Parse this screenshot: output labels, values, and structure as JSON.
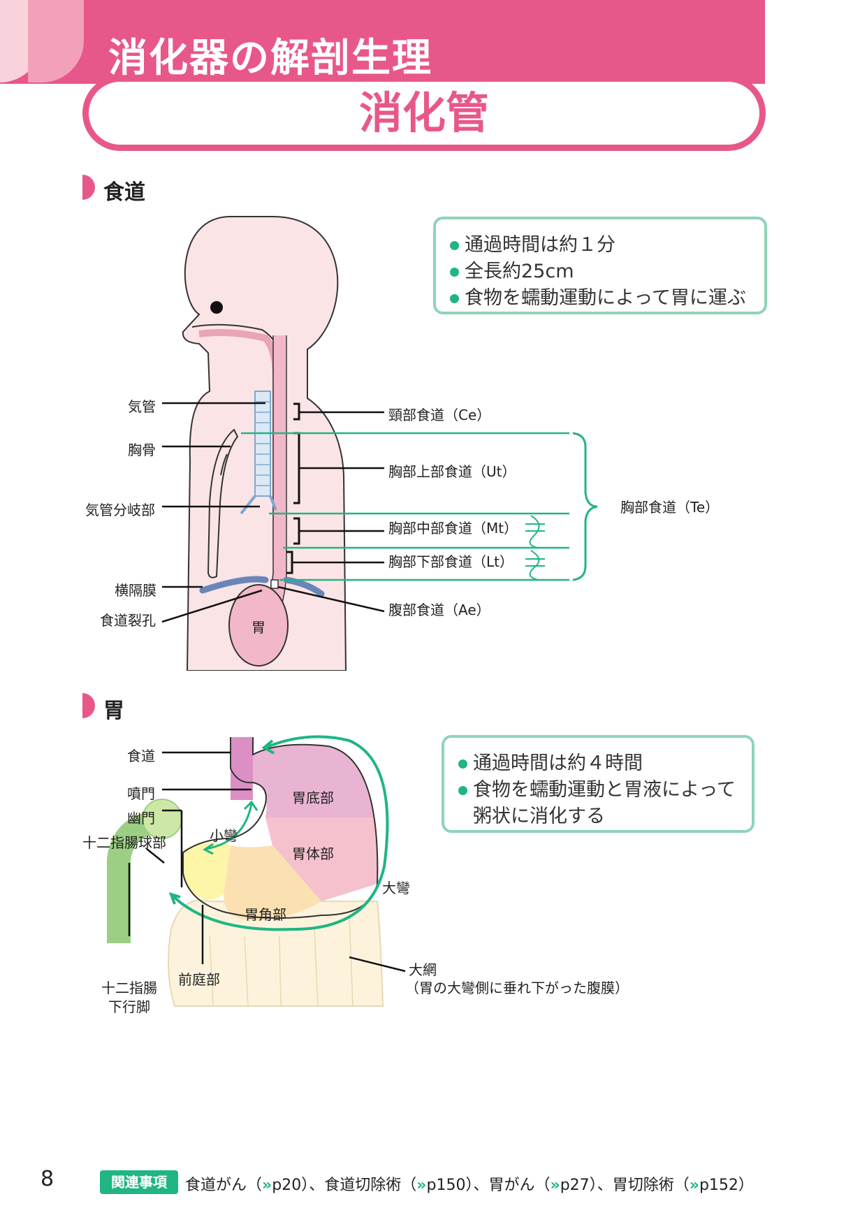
{
  "header": {
    "chapter_title": "消化器の解剖生理",
    "page_subtitle": "消化管"
  },
  "sections": [
    {
      "title": "食道",
      "info_points": [
        "通過時間は約１分",
        "全長約25cm",
        "食物を蠕動運動によって胃に運ぶ"
      ],
      "left_labels": [
        "気管",
        "胸骨",
        "気管分岐部",
        "横隔膜",
        "食道裂孔"
      ],
      "inner_labels": [
        "胃"
      ],
      "right_labels": [
        "頸部食道（Ce）",
        "胸部上部食道（Ut）",
        "胸部中部食道（Mt）",
        "胸部下部食道（Lt）",
        "腹部食道（Ae）"
      ],
      "group_label": "胸部食道（Te）"
    },
    {
      "title": "胃",
      "info_points": [
        "通過時間は約４時間",
        "食物を蠕動運動と胃液によって",
        "粥状に消化する"
      ],
      "left_labels": [
        "食道",
        "噴門",
        "幽門",
        "十二指腸球部"
      ],
      "region_labels": [
        "胃底部",
        "胃体部",
        "胃角部"
      ],
      "other_labels": {
        "lesser_curvature": "小彎",
        "greater_curvature": "大彎",
        "antrum": "前庭部",
        "duodenum_desc_1": "十二指腸",
        "duodenum_desc_2": "下行脚",
        "omentum": "大網",
        "omentum_note": "（胃の大彎側に垂れ下がった腹膜）"
      }
    }
  ],
  "footer": {
    "page_number": "8",
    "related_label": "関連事項",
    "related": [
      {
        "topic": "食道がん",
        "page": "p20"
      },
      {
        "topic": "食道切除術",
        "page": "p150"
      },
      {
        "topic": "胃がん",
        "page": "p27"
      },
      {
        "topic": "胃切除術",
        "page": "p152"
      }
    ]
  },
  "colors": {
    "header_pink": "#e8578a",
    "accent_green": "#20b583",
    "box_border_green": "#8ed4b6",
    "body_skin": "#fbe4e6",
    "esophagus_pink": "#f2b8c9"
  }
}
